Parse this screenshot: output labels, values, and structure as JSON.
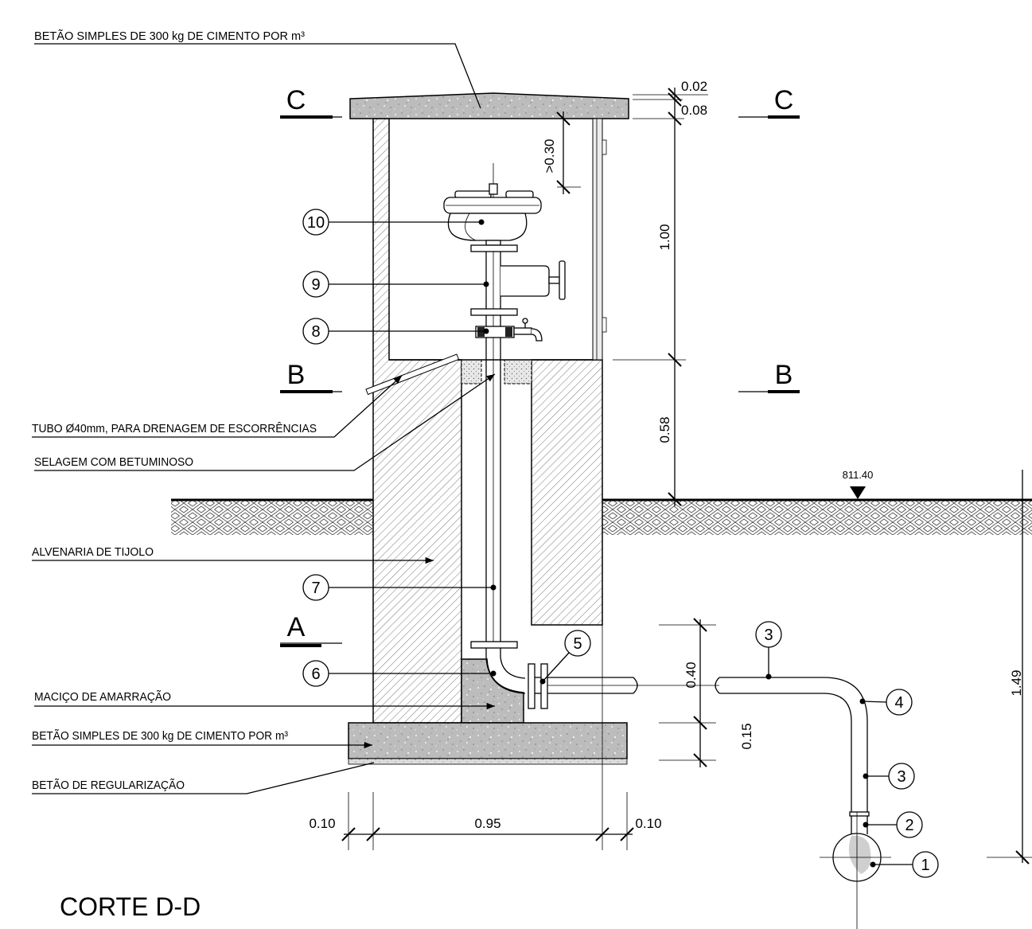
{
  "drawing": {
    "title": "CORTE D-D",
    "labels": {
      "top_slab": "BETÃO SIMPLES DE 300 kg DE CIMENTO POR m³",
      "drain_tube": "TUBO Ø40mm, PARA DRENAGEM DE ESCORRÊNCIAS",
      "sealing": "SELAGEM COM BETUMINOSO",
      "masonry": "ALVENARIA DE TIJOLO",
      "thrust_block": "MACIÇO DE AMARRAÇÃO",
      "base_slab": "BETÃO SIMPLES DE 300 kg DE CIMENTO POR m³",
      "leveling": "BETÃO DE REGULARIZAÇÃO"
    },
    "section_marks": {
      "c_left": "C",
      "c_right": "C",
      "b_left": "B",
      "b_right": "B",
      "a_left": "A"
    },
    "callouts": {
      "items": [
        "10",
        "9",
        "8",
        "7",
        "6",
        "5",
        "3",
        "4",
        "3",
        "2",
        "1"
      ]
    },
    "dimensions": {
      "slope": "0.02",
      "slab": "0.08",
      "clearance": ">0.30",
      "chamber": "1.00",
      "plinth": "0.58",
      "pipe_height": "0.40",
      "base": "0.15",
      "depth": "1.49",
      "wall_left": "0.10",
      "inner_width": "0.95",
      "wall_right": "0.10"
    },
    "ground_level": "811.40"
  },
  "colors": {
    "line": "#000000",
    "concrete": "#bcbcbc",
    "leveling": "#dcdcdc",
    "hatch": "#555555",
    "ground": "#444444"
  }
}
